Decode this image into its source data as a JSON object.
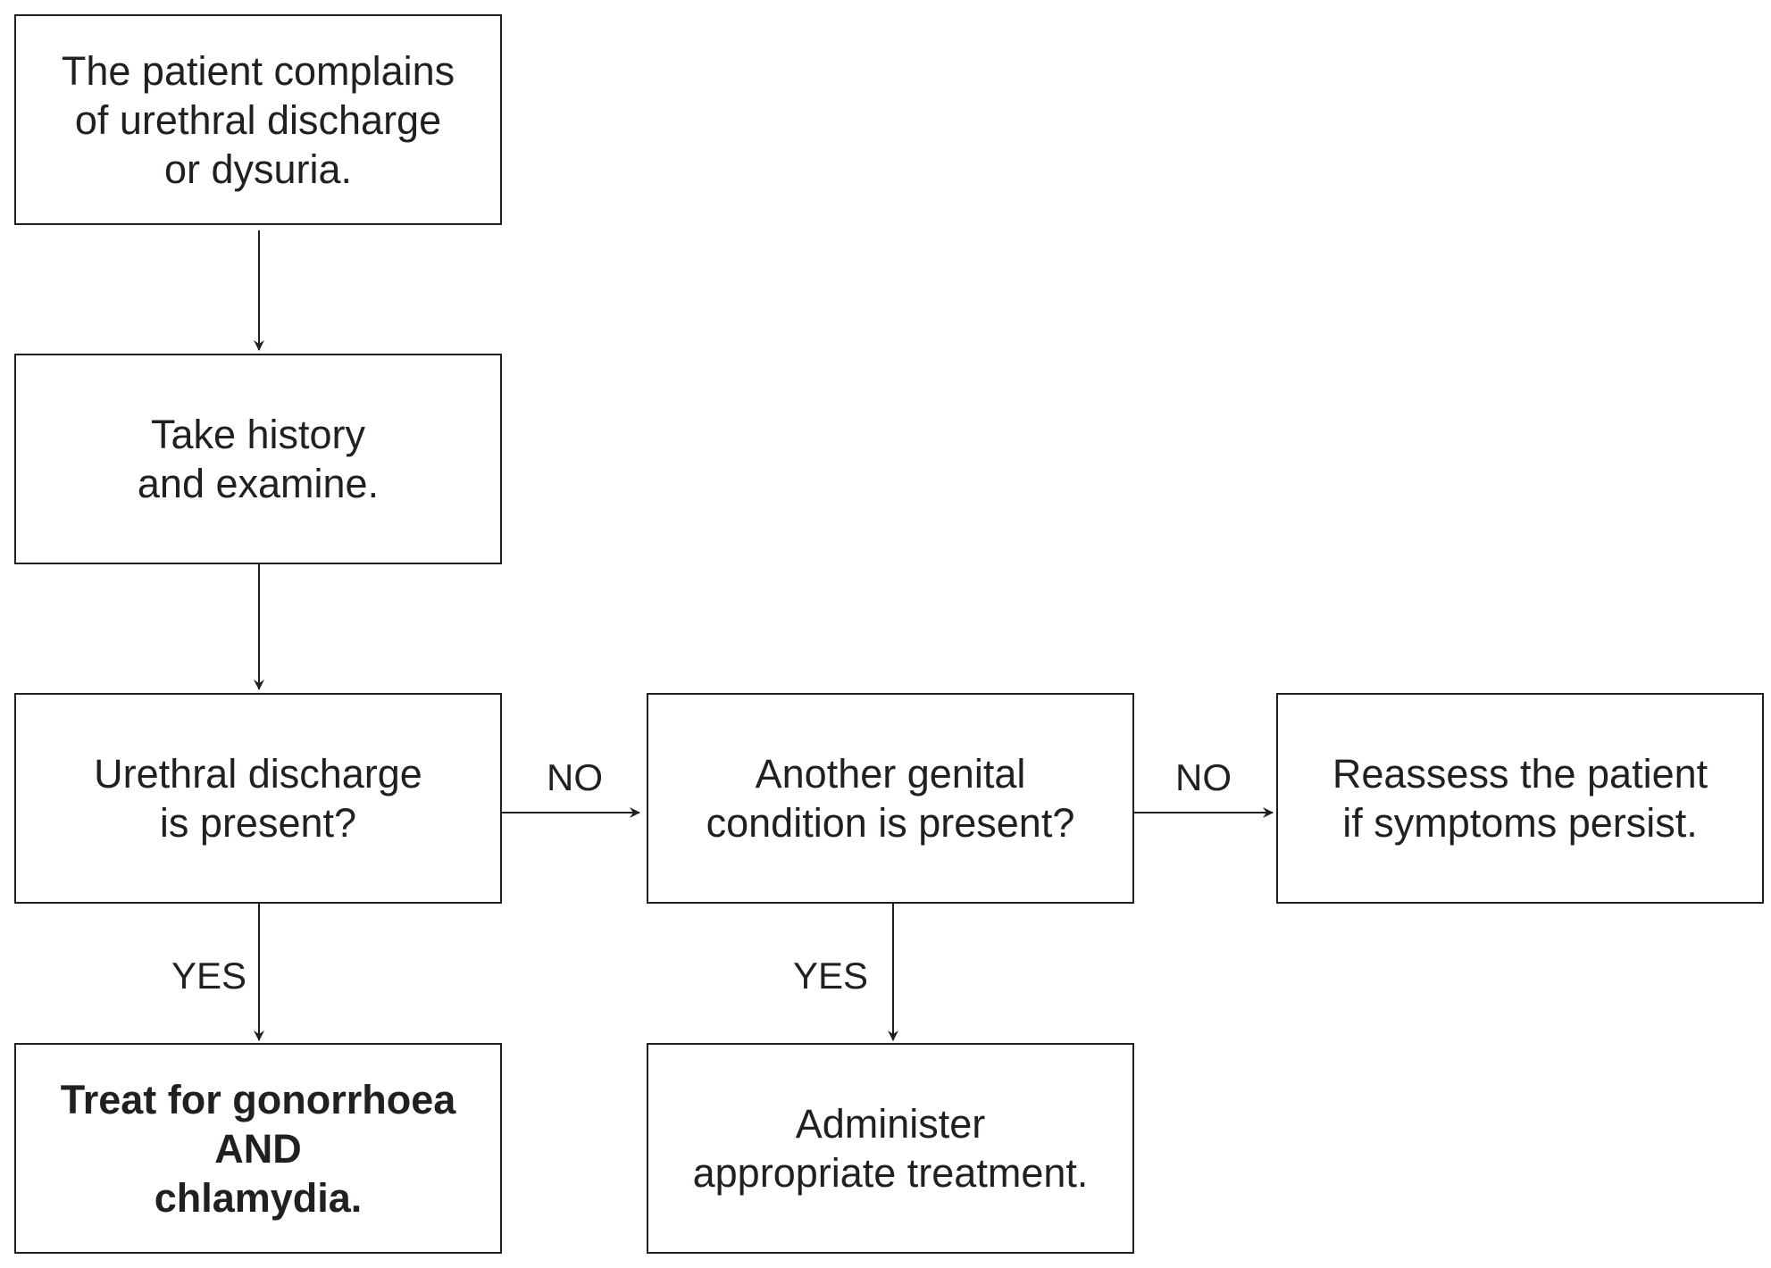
{
  "nodes": {
    "complaint": {
      "text": "The patient complains\nof urethral discharge\nor dysuria."
    },
    "history": {
      "text": "Take history\nand examine."
    },
    "discharge_question": {
      "text": "Urethral discharge\nis present?"
    },
    "other_condition_question": {
      "text": "Another genital\ncondition is present?"
    },
    "reassess": {
      "text": "Reassess the patient\nif symptoms persist."
    },
    "treat": {
      "text": "Treat for gonorrhoea\nAND\nchlamydia."
    },
    "administer": {
      "text": "Administer\nappropriate treatment."
    }
  },
  "edge_labels": {
    "discharge_no": "NO",
    "other_no": "NO",
    "discharge_yes": "YES",
    "other_yes": "YES"
  },
  "colors": {
    "stroke": "#231f20",
    "background": "#ffffff"
  }
}
